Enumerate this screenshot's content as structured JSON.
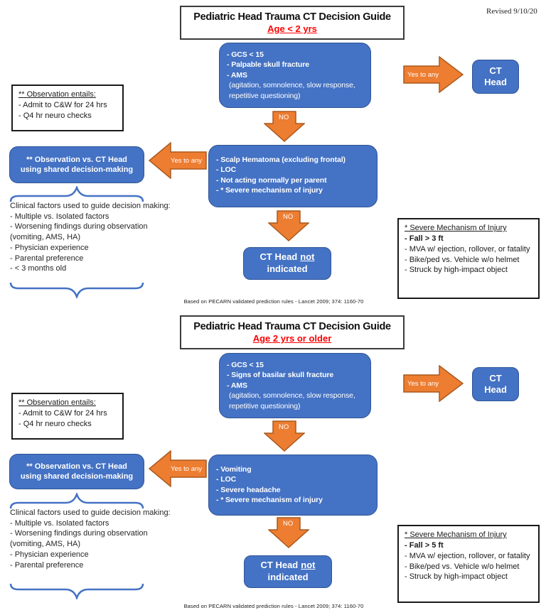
{
  "revised": "Revised 9/10/20",
  "labels": {
    "yes": "Yes to any",
    "no": "NO"
  },
  "colors": {
    "box_blue": "#4472C4",
    "arrow_orange": "#ED7D31",
    "age_red": "#FF0000"
  },
  "footnote": "Based on PECARN validated prediction rules  - Lancet 2009; 374: 1160-70",
  "sections": [
    {
      "title": "Pediatric Head Trauma CT Decision Guide",
      "age_line": "Age < 2 yrs",
      "high_risk": {
        "lines": [
          "- GCS < 15",
          "- Palpable skull fracture",
          "- AMS"
        ],
        "note": "(agitation, somnolence, slow response, repetitive questioning)"
      },
      "ct_head": {
        "line1": "CT",
        "line2": "Head"
      },
      "intermediate_risk": {
        "lines": [
          "- Scalp Hematoma (excluding frontal)",
          "- LOC",
          "- Not acting normally per parent",
          "- * Severe mechanism of injury"
        ]
      },
      "observation_entails": {
        "title": "** Observation entails:",
        "items": [
          "- Admit to C&W for 24 hrs",
          "- Q4 hr neuro checks"
        ]
      },
      "observation_decision": {
        "line1": "** Observation vs. CT Head",
        "line2": "using shared decision-making"
      },
      "clinical_factors": {
        "intro": "Clinical factors used to guide decision making:",
        "items": [
          "- Multiple vs. Isolated factors",
          "- Worsening findings during observation (vomiting, AMS, HA)",
          "- Physician experience",
          "- Parental preference",
          "- < 3 months old"
        ]
      },
      "ct_not_indicated": {
        "pre": "CT Head",
        "underlined": "not",
        "line2": "indicated"
      },
      "severe_mechanism": {
        "title": "* Severe Mechanism of Injury",
        "bold_item": "- Fall > 3 ft",
        "items": [
          "- MVA w/ ejection, rollover, or fatality",
          "- Bike/ped vs. Vehicle w/o helmet",
          "- Struck by high-impact object"
        ]
      }
    },
    {
      "title": "Pediatric Head Trauma CT Decision Guide",
      "age_line": "Age 2 yrs or older",
      "high_risk": {
        "lines": [
          "- GCS < 15",
          "- Signs of basilar skull fracture",
          "- AMS"
        ],
        "note": "(agitation, somnolence, slow response, repetitive questioning)"
      },
      "ct_head": {
        "line1": "CT",
        "line2": "Head"
      },
      "intermediate_risk": {
        "lines": [
          "- Vomiting",
          "- LOC",
          "- Severe headache",
          "- * Severe mechanism of injury"
        ]
      },
      "observation_entails": {
        "title": "** Observation entails:",
        "items": [
          "- Admit to C&W for 24 hrs",
          "- Q4 hr neuro checks"
        ]
      },
      "observation_decision": {
        "line1": "** Observation vs. CT Head",
        "line2": "using shared decision-making"
      },
      "clinical_factors": {
        "intro": "Clinical factors used to guide decision making:",
        "items": [
          "- Multiple vs. Isolated factors",
          "- Worsening findings during observation (vomiting, AMS, HA)",
          "- Physician experience",
          "- Parental preference"
        ]
      },
      "ct_not_indicated": {
        "pre": "CT Head",
        "underlined": "not",
        "line2": "indicated"
      },
      "severe_mechanism": {
        "title": "* Severe Mechanism of Injury",
        "bold_item": "- Fall > 5 ft",
        "items": [
          "- MVA w/ ejection, rollover, or fatality",
          "- Bike/ped vs. Vehicle w/o helmet",
          "- Struck by high-impact object"
        ]
      }
    }
  ]
}
